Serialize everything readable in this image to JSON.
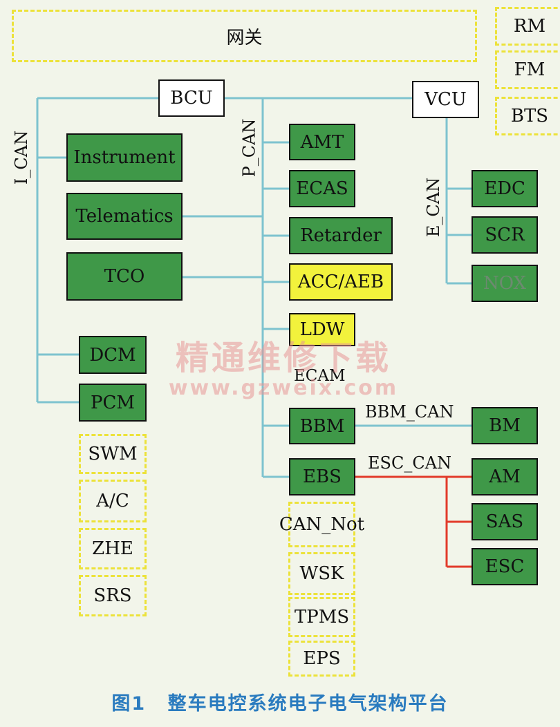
{
  "gateway": "网关",
  "right_group": [
    "RM",
    "FM",
    "BTS"
  ],
  "controllers": {
    "bcu": "BCU",
    "vcu": "VCU"
  },
  "buses": {
    "i_can": "I_CAN",
    "p_can": "P_CAN",
    "e_can": "E_CAN",
    "bbm_can": "BBM_CAN",
    "esc_can": "ESC_CAN"
  },
  "i_can_nodes": [
    "Instrument",
    "Telematics",
    "TCO",
    "DCM",
    "PCM"
  ],
  "i_can_optional": [
    "SWM",
    "A/C",
    "ZHE",
    "SRS"
  ],
  "p_can_nodes": [
    "AMT",
    "ECAS",
    "Retarder",
    "ACC/AEB",
    "LDW",
    "ECAM",
    "BBM",
    "EBS"
  ],
  "p_can_optional": [
    "CAN_Not",
    "WSK",
    "TPMS",
    "EPS"
  ],
  "e_can_nodes": [
    "EDC",
    "SCR",
    "NOX"
  ],
  "bbm_nodes": [
    "BM"
  ],
  "esc_nodes": [
    "AM",
    "SAS",
    "ESC"
  ],
  "watermark": {
    "line1": "精通维修下载",
    "line2": "www.gzweix.com"
  },
  "caption": {
    "figure": "图1",
    "title": "整车电控系统电子电气架构平台"
  },
  "colors": {
    "module_green": "#3f9848",
    "adas_yellow": "#f2f23c",
    "bus_line": "#7ec3cf",
    "esc_line": "#e23a2a",
    "dashed_outline": "#ece23a",
    "caption_blue": "#2a7bbf"
  }
}
